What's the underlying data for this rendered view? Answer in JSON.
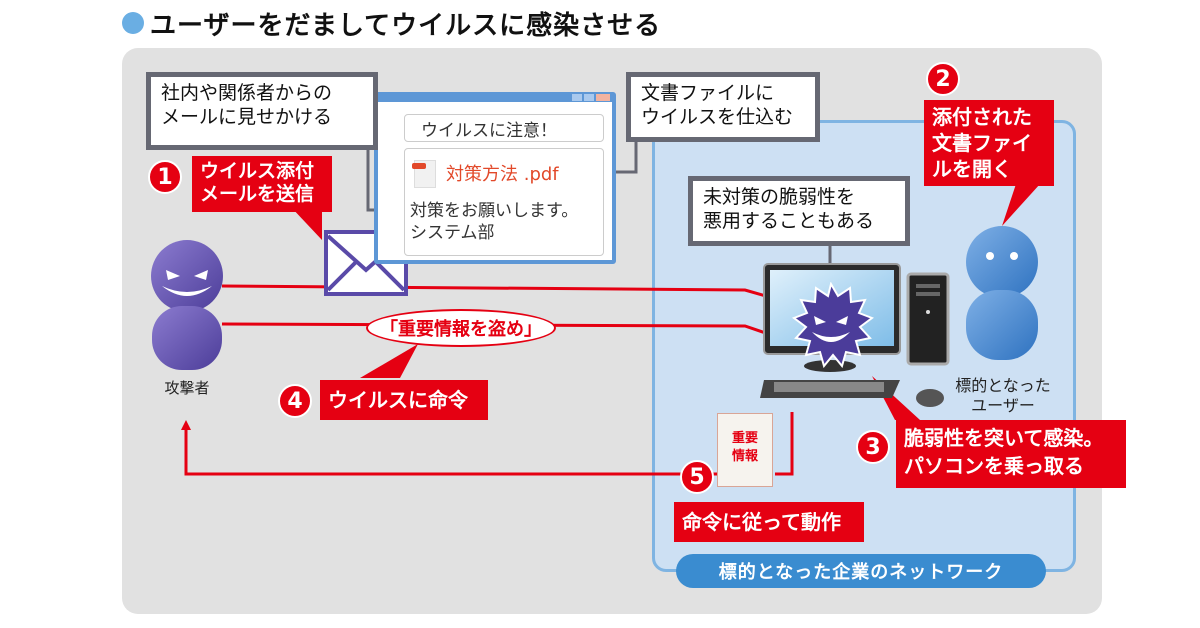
{
  "title": "ユーザーをだましてウイルスに感染させる",
  "colors": {
    "accent_red": "#e50012",
    "network_bg": "#cde0f3",
    "network_border": "#7fb4e2",
    "network_label_bg": "#3a8cd0",
    "panel_bg": "#e1e1e1",
    "attacker": "#6b5bb0",
    "user": "#3f86cf",
    "title_dot": "#6aaee3"
  },
  "callouts": {
    "disguise": [
      "社内や関係者からの",
      "メールに見せかける"
    ],
    "embed": [
      "文書ファイルに",
      "ウイルスを仕込む"
    ],
    "vuln": [
      "未対策の脆弱性を",
      "悪用することもある"
    ]
  },
  "email_window": {
    "subject": "ウイルスに注意！",
    "attachment": "対策方法 .pdf",
    "attachment_icon": "pdf-file-icon",
    "body": [
      "対策をお願いします。",
      "システム部"
    ]
  },
  "steps": [
    {
      "number": "1",
      "lines": [
        "ウイルス添付",
        "メールを送信"
      ]
    },
    {
      "number": "2",
      "lines": [
        "添付された",
        "文書ファイ",
        "ルを開く"
      ]
    },
    {
      "number": "3",
      "lines": [
        "脆弱性を突いて感染。",
        "パソコンを乗っ取る"
      ]
    },
    {
      "number": "4",
      "lines": [
        "ウイルスに命令"
      ]
    },
    {
      "number": "5",
      "lines": [
        "命令に従って動作"
      ]
    }
  ],
  "command_speech": "「重要情報を盗め」",
  "stolen_doc": [
    "重要",
    "情報"
  ],
  "actors": {
    "attacker": "攻撃者",
    "target_user": [
      "標的となった",
      "ユーザー"
    ]
  },
  "network_label": "標的となった企業のネットワーク"
}
